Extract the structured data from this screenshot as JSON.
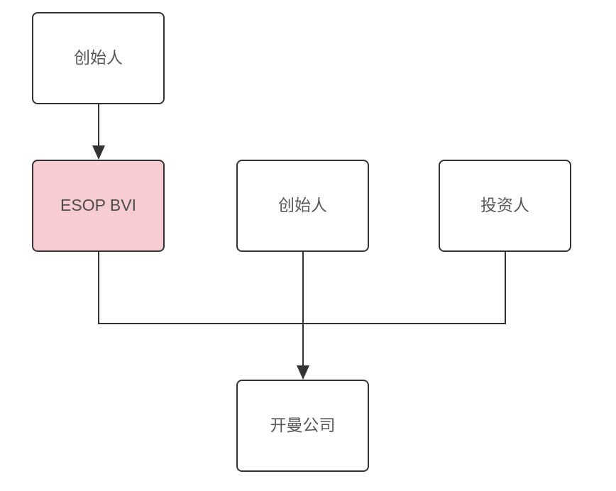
{
  "diagram": {
    "type": "org-structure-flowchart",
    "background_color": "#ffffff",
    "stroke_color": "#333333",
    "nodes": {
      "founder_top": {
        "label": "创始人",
        "fill": "#ffffff",
        "text_color": "#595959"
      },
      "esop_bvi": {
        "label": "ESOP BVI",
        "fill": "#f7cdd3",
        "text_color": "#4d4d4d"
      },
      "founder_mid": {
        "label": "创始人",
        "fill": "#ffffff",
        "text_color": "#595959"
      },
      "investor": {
        "label": "投资人",
        "fill": "#ffffff",
        "text_color": "#595959"
      },
      "cayman": {
        "label": "开曼公司",
        "fill": "#ffffff",
        "text_color": "#595959"
      }
    },
    "edges": [
      {
        "from": "founder_top",
        "to": "esop_bvi",
        "type": "arrow-down"
      },
      {
        "from": "esop_bvi",
        "to": "cayman",
        "type": "arrow-down-via-bus"
      },
      {
        "from": "founder_mid",
        "to": "cayman",
        "type": "arrow-down-via-bus"
      },
      {
        "from": "investor",
        "to": "cayman",
        "type": "arrow-down-via-bus"
      }
    ]
  }
}
